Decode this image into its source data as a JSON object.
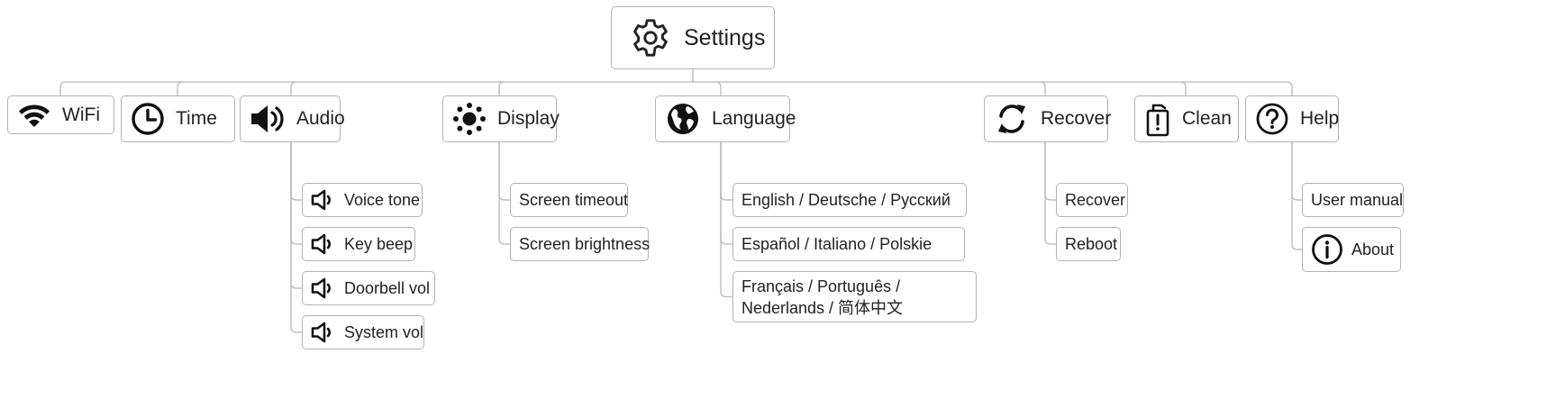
{
  "diagram": {
    "root": {
      "label": "Settings",
      "icon": "gear-icon"
    },
    "categories": [
      {
        "id": "wifi",
        "label": "WiFi",
        "icon": "wifi-icon",
        "children": []
      },
      {
        "id": "time",
        "label": "Time",
        "icon": "clock-icon",
        "children": []
      },
      {
        "id": "audio",
        "label": "Audio",
        "icon": "speaker-icon",
        "children": [
          {
            "label": "Voice tone",
            "icon": "speaker-outline-icon"
          },
          {
            "label": "Key beep",
            "icon": "speaker-outline-icon"
          },
          {
            "label": "Doorbell vol",
            "icon": "speaker-outline-icon"
          },
          {
            "label": "System vol",
            "icon": "speaker-outline-icon"
          }
        ]
      },
      {
        "id": "display",
        "label": "Display",
        "icon": "brightness-icon",
        "children": [
          {
            "label": "Screen timeout"
          },
          {
            "label": "Screen brightness"
          }
        ]
      },
      {
        "id": "language",
        "label": "Language",
        "icon": "globe-icon",
        "children": [
          {
            "label": "English / Deutsche / Русский"
          },
          {
            "label": "Español / Italiano / Polskie"
          },
          {
            "label": "Français / Português / Nederlands / 简体中文"
          }
        ]
      },
      {
        "id": "recover",
        "label": "Recover",
        "icon": "refresh-icon",
        "children": [
          {
            "label": "Recover"
          },
          {
            "label": "Reboot"
          }
        ]
      },
      {
        "id": "clean",
        "label": "Clean",
        "icon": "clean-device-icon",
        "children": []
      },
      {
        "id": "help",
        "label": "Help",
        "icon": "question-icon",
        "children": [
          {
            "label": "User manual"
          },
          {
            "label": "About",
            "icon": "info-icon"
          }
        ]
      }
    ]
  }
}
